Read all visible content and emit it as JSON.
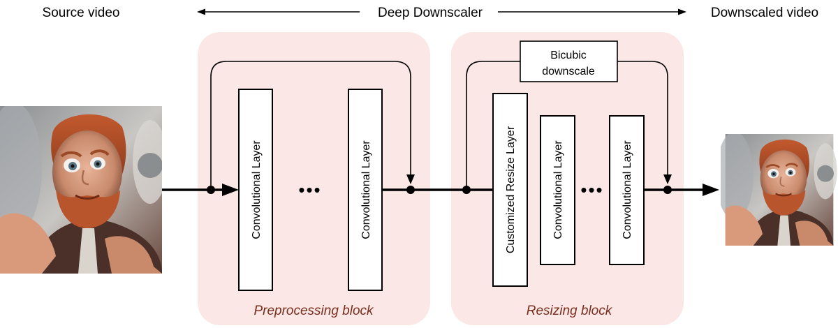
{
  "headers": {
    "source": "Source video",
    "middle": "Deep Downscaler",
    "output": "Downscaled video"
  },
  "blocks": {
    "preprocessing": {
      "label": "Preprocessing block",
      "layers": [
        "Convolutional Layer",
        "Convolutional Layer"
      ],
      "ellipsis": "•••"
    },
    "resizing": {
      "label": "Resizing block",
      "skip_label_line1": "Bicubic",
      "skip_label_line2": "downscale",
      "layers": [
        "Customized  Resize  Layer",
        "Convolutional Layer",
        "Convolutional Layer"
      ],
      "ellipsis": "•••"
    }
  },
  "images": {
    "source": "source-frame-photo",
    "output": "downscaled-frame-photo"
  },
  "colors": {
    "block_fill": "#fbe7e5",
    "block_label": "#7a2e1e"
  }
}
